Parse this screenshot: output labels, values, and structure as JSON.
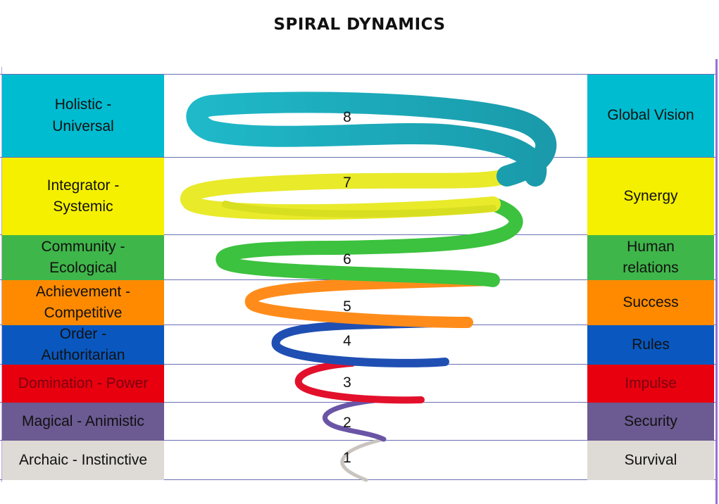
{
  "title": "SPIRAL DYNAMICS",
  "levels": [
    {
      "number": "8",
      "left_line1": "Holistic   -",
      "left_line2": "Universal",
      "right_line1": "Global Vision",
      "right_line2": "",
      "color": "#00bcd0",
      "left_text_color": "#111111",
      "right_text_color": "#111111"
    },
    {
      "number": "7",
      "left_line1": "Integrator -",
      "left_line2": "Systemic",
      "right_line1": "Synergy",
      "right_line2": "",
      "color": "#f5f000",
      "left_text_color": "#111111",
      "right_text_color": "#111111"
    },
    {
      "number": "6",
      "left_line1": "Community -",
      "left_line2": "Ecological",
      "right_line1": "Human",
      "right_line2": "relations",
      "color": "#3fb64a",
      "left_text_color": "#111111",
      "right_text_color": "#111111"
    },
    {
      "number": "5",
      "left_line1": "Achievement -",
      "left_line2": "Competitive",
      "right_line1": "Success",
      "right_line2": "",
      "color": "#ff8a00",
      "left_text_color": "#111111",
      "right_text_color": "#111111"
    },
    {
      "number": "4",
      "left_line1": "Order -",
      "left_line2": "Authoritarian",
      "right_line1": "Rules",
      "right_line2": "",
      "color": "#0a58bf",
      "left_text_color": "#111111",
      "right_text_color": "#111111"
    },
    {
      "number": "3",
      "left_line1": "Domination - Power",
      "left_line2": "",
      "right_line1": "Impulse",
      "right_line2": "",
      "color": "#e8000f",
      "left_text_color": "#7a0010",
      "right_text_color": "#7a0010"
    },
    {
      "number": "2",
      "left_line1": "Magical - Animistic",
      "left_line2": "",
      "right_line1": "Security",
      "right_line2": "",
      "color": "#6c5a92",
      "left_text_color": "#111111",
      "right_text_color": "#111111"
    },
    {
      "number": "1",
      "left_line1": "Archaic - Instinctive",
      "left_line2": "",
      "right_line1": "Survival",
      "right_line2": "",
      "color": "#dedad5",
      "left_text_color": "#111111",
      "right_text_color": "#111111"
    }
  ],
  "spiral_colors": {
    "teal": "#1fb9c9",
    "yellow": "#e9ea2a",
    "green": "#3cc23e",
    "orange": "#ff8c1a",
    "blue": "#1f4fb3",
    "red": "#e3102c",
    "purple": "#6a54a6",
    "grey": "#c9c4c0"
  }
}
